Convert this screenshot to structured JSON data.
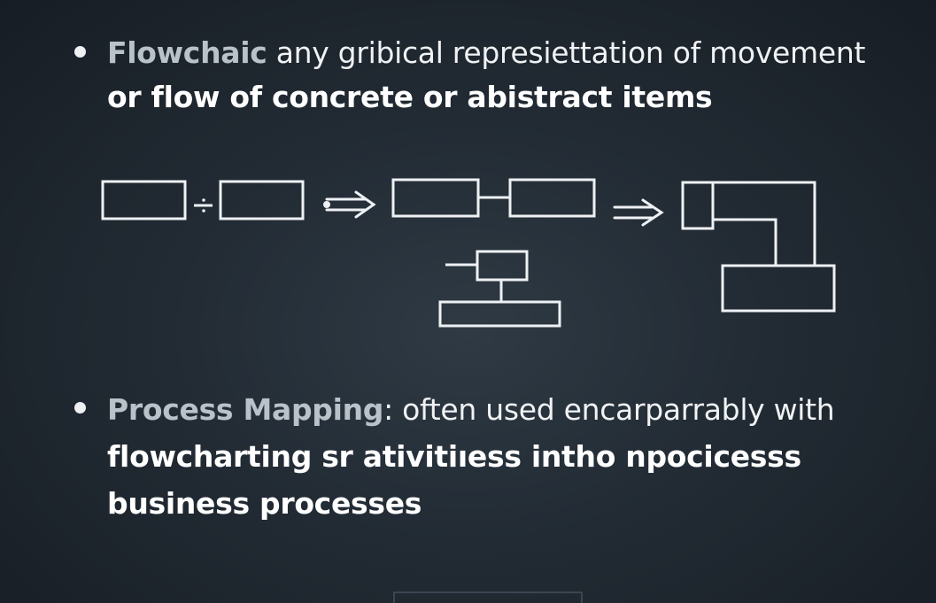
{
  "bullets": [
    {
      "term": "Flowchaic",
      "rest_line1": " any gribical represiettation of movement",
      "line2": "or flow of concrete or abistract items"
    },
    {
      "term": "Process Mapping",
      "rest_line1": ": often used encarparrably with",
      "line2": "flowcharting sr ativitiıess intho npocicesss",
      "line3": "business processes"
    }
  ],
  "colors": {
    "background": "#222b34",
    "text": "#f2f4f6",
    "term": "#b9c1c9",
    "stroke": "#eef1f4"
  }
}
